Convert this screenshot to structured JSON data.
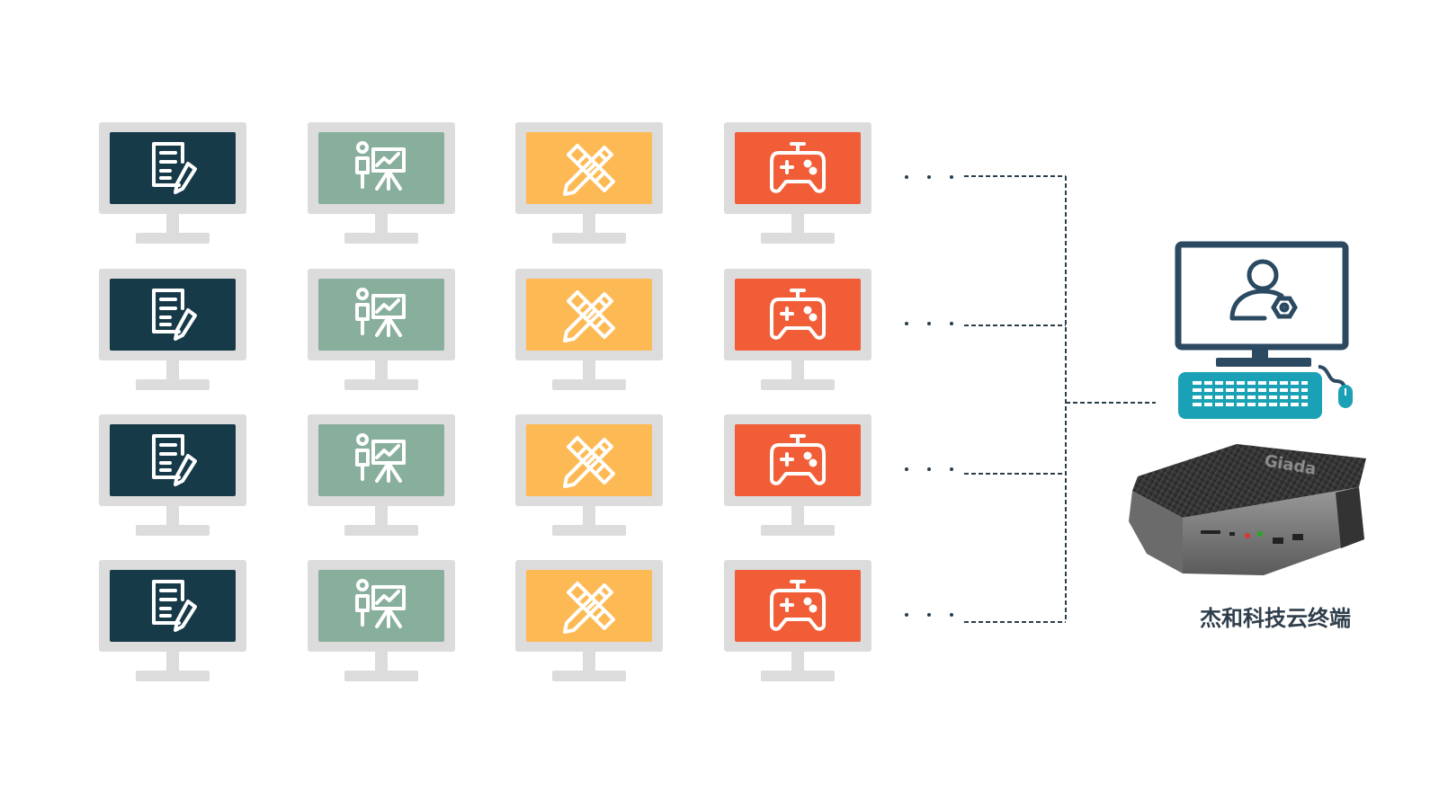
{
  "rows": 4,
  "apps": [
    {
      "icon": "document-edit-icon",
      "screen_color": "#163a48"
    },
    {
      "icon": "classroom-presentation-icon",
      "screen_color": "#88ae9c"
    },
    {
      "icon": "pencil-ruler-icon",
      "screen_color": "#fdb954"
    },
    {
      "icon": "gamepad-icon",
      "screen_color": "#f05d37"
    }
  ],
  "colors": {
    "bezel": "#dcdcdc",
    "connector": "#2a3e4c",
    "admin_monitor": "#2b4a62",
    "keyboard": "#1aa1b5"
  },
  "admin_workstation": {
    "icon": "user-settings-icon"
  },
  "mini_pc": {
    "brand": "Giada"
  },
  "terminal": {
    "label": "杰和科技云终端"
  }
}
